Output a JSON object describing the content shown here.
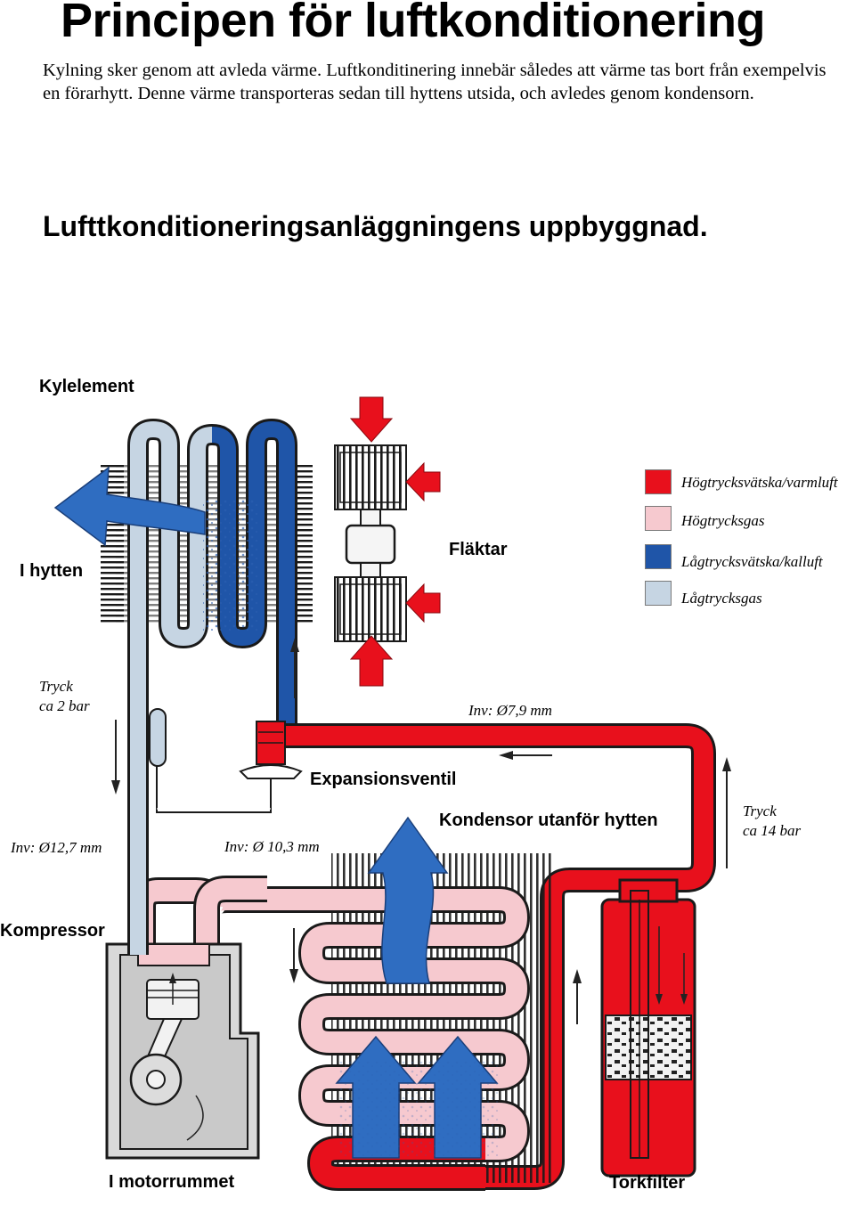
{
  "page": {
    "title": "Principen för luftkonditionering",
    "intro": "Kylning sker genom att avleda värme. Luftkonditinering innebär således att värme tas bort från exempelvis en förarhytt. Denne värme transporteras sedan till hyttens utsida, och avledes genom kondensorn.",
    "subtitle": "Lufttkonditioneringsanläggningens uppbyggnad."
  },
  "diagram": {
    "labels": {
      "kylelement": "Kylelement",
      "i_hytten": "I hytten",
      "flaktar": "Fläktar",
      "tryck_low_1": "Tryck",
      "tryck_low_2": "ca 2 bar",
      "inv_79": "Inv: Ø7,9 mm",
      "expansionsventil": "Expansionsventil",
      "kondensor": "Kondensor utanför hytten",
      "tryck_high_1": "Tryck",
      "tryck_high_2": "ca 14 bar",
      "inv_127": "Inv: Ø12,7 mm",
      "inv_103": "Inv: Ø 10,3 mm",
      "kompressor": "Kompressor",
      "motorrummet": "I motorrummet",
      "torkfilter": "Torkfilter"
    },
    "legend": [
      {
        "label": "Högtrycksvätska/varmluft",
        "color": "#e8101c"
      },
      {
        "label": "Högtrycksgas",
        "color": "#f6c9cf"
      },
      {
        "label": "Lågtrycksvätska/kalluft",
        "color": "#1f55a8"
      },
      {
        "label": "Lågtrycksgas",
        "color": "#c6d5e3"
      }
    ]
  }
}
